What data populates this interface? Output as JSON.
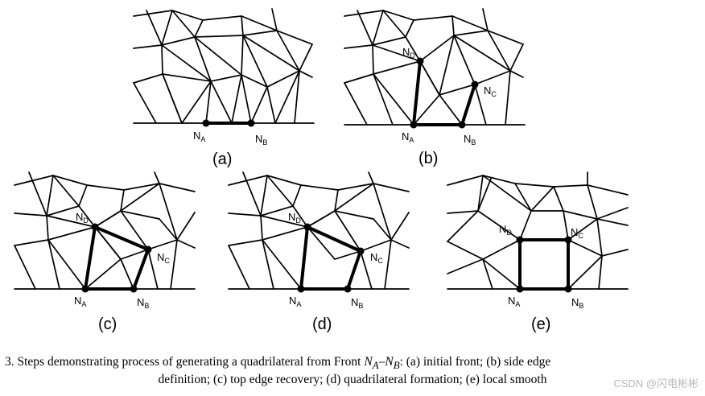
{
  "panels": [
    {
      "id": "a",
      "label": "(a)",
      "nodes": {
        "NA": "N",
        "NA_sub": "A",
        "NB": "N",
        "NB_sub": "B"
      }
    },
    {
      "id": "b",
      "label": "(b)",
      "nodes": {
        "NA": "N",
        "NA_sub": "A",
        "NB": "N",
        "NB_sub": "B",
        "NC": "N",
        "NC_sub": "C",
        "ND": "N",
        "ND_sub": "D"
      }
    },
    {
      "id": "c",
      "label": "(c)",
      "nodes": {
        "NA": "N",
        "NA_sub": "A",
        "NB": "N",
        "NB_sub": "B",
        "NC": "N",
        "NC_sub": "C",
        "ND": "N",
        "ND_sub": "D"
      }
    },
    {
      "id": "d",
      "label": "(d)",
      "nodes": {
        "NA": "N",
        "NA_sub": "A",
        "NB": "N",
        "NB_sub": "B",
        "NC": "N",
        "NC_sub": "C",
        "ND": "N",
        "ND_sub": "D"
      }
    },
    {
      "id": "e",
      "label": "(e)",
      "nodes": {
        "NA": "N",
        "NA_sub": "A",
        "NB": "N",
        "NB_sub": "B",
        "NC": "N",
        "NC_sub": "C",
        "ND": "N",
        "ND_sub": "D"
      }
    }
  ],
  "caption": {
    "line1_prefix": "3. Steps demonstrating process of generating a quadrilateral from Front ",
    "line1_front_a": "N",
    "line1_front_a_sub": "A",
    "line1_dash": "–",
    "line1_front_b": "N",
    "line1_front_b_sub": "B",
    "line1_suffix": ": (a) initial front; (b) side edge",
    "line2": "definition; (c) top edge recovery; (d) quadrilateral formation; (e) local smooth"
  },
  "watermark": "CSDN @闪电彬彬"
}
